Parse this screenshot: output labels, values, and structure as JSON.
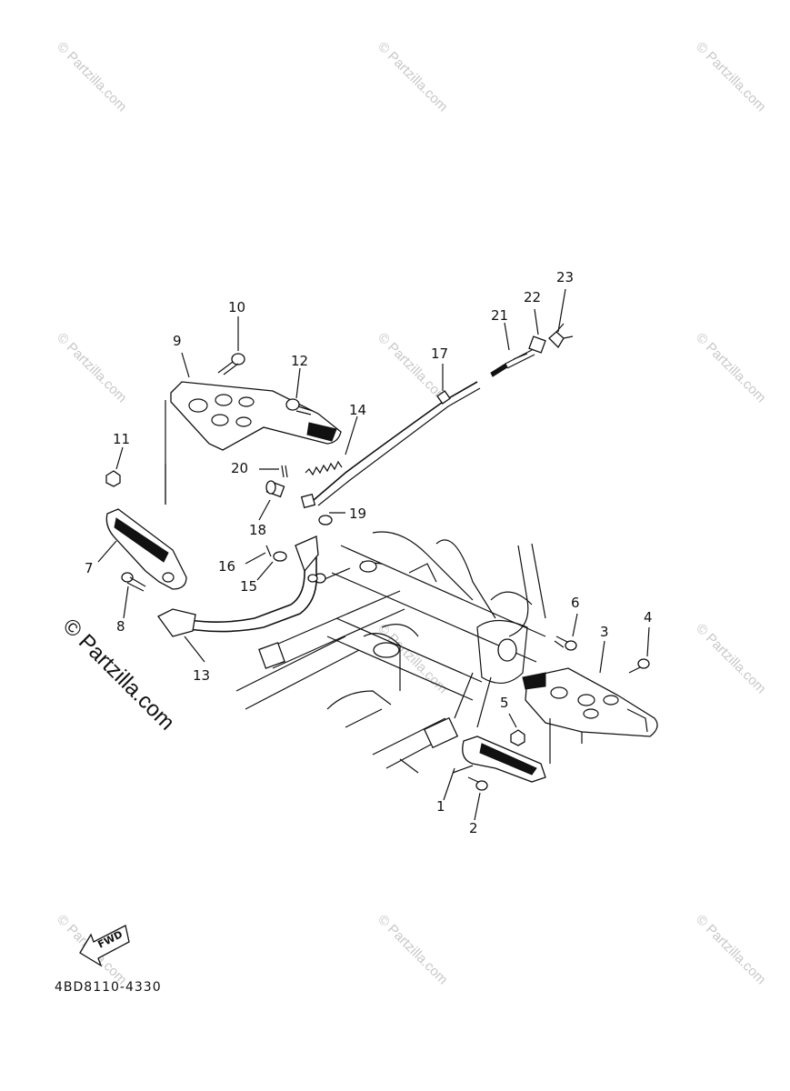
{
  "watermark": {
    "text": "© Partzilla.com"
  },
  "diagram_code": "4BD8110-4330",
  "fwd_label": "FWD",
  "callouts": [
    {
      "id": "1",
      "label": "1"
    },
    {
      "id": "2",
      "label": "2"
    },
    {
      "id": "3",
      "label": "3"
    },
    {
      "id": "4",
      "label": "4"
    },
    {
      "id": "5",
      "label": "5"
    },
    {
      "id": "6",
      "label": "6"
    },
    {
      "id": "7",
      "label": "7"
    },
    {
      "id": "8",
      "label": "8"
    },
    {
      "id": "9",
      "label": "9"
    },
    {
      "id": "10",
      "label": "10"
    },
    {
      "id": "11",
      "label": "11"
    },
    {
      "id": "12",
      "label": "12"
    },
    {
      "id": "13",
      "label": "13"
    },
    {
      "id": "14",
      "label": "14"
    },
    {
      "id": "15",
      "label": "15"
    },
    {
      "id": "16",
      "label": "16"
    },
    {
      "id": "17",
      "label": "17"
    },
    {
      "id": "18",
      "label": "18"
    },
    {
      "id": "19",
      "label": "19"
    },
    {
      "id": "20",
      "label": "20"
    },
    {
      "id": "21",
      "label": "21"
    },
    {
      "id": "22",
      "label": "22"
    },
    {
      "id": "23",
      "label": "23"
    }
  ]
}
